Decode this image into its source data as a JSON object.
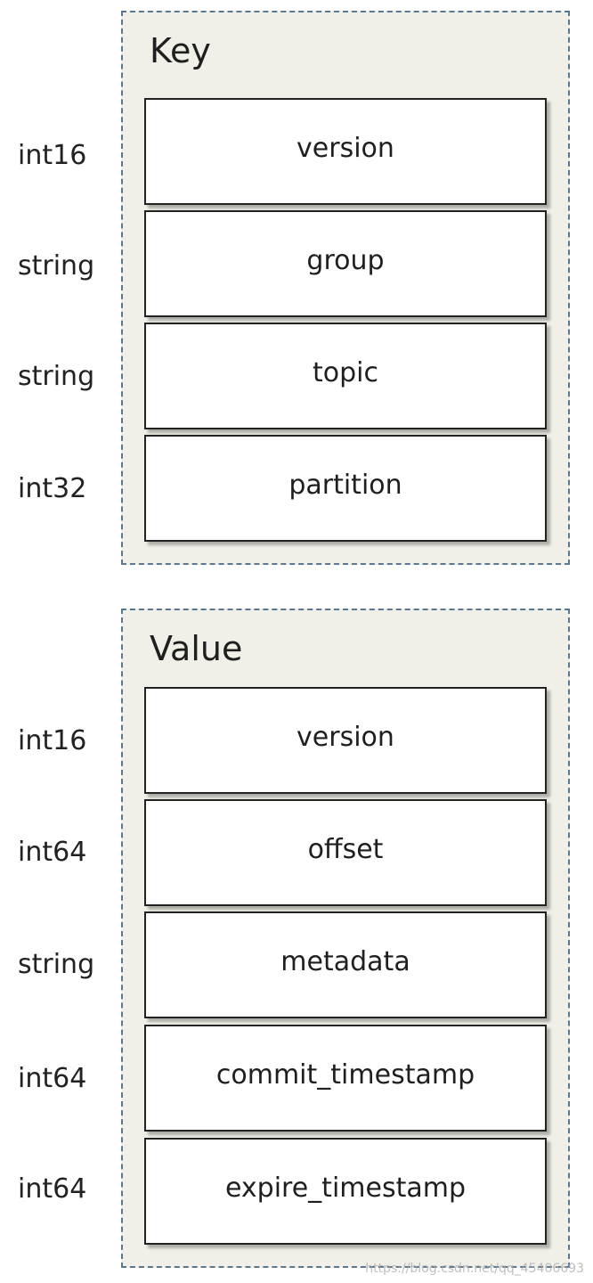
{
  "key": {
    "title": "Key",
    "fields": [
      {
        "type": "int16",
        "name": "version"
      },
      {
        "type": "string",
        "name": "group"
      },
      {
        "type": "string",
        "name": "topic"
      },
      {
        "type": "int32",
        "name": "partition"
      }
    ]
  },
  "value": {
    "title": "Value",
    "fields": [
      {
        "type": "int16",
        "name": "version"
      },
      {
        "type": "int64",
        "name": "offset"
      },
      {
        "type": "string",
        "name": "metadata"
      },
      {
        "type": "int64",
        "name": "commit_timestamp"
      },
      {
        "type": "int64",
        "name": "expire_timestamp"
      }
    ]
  },
  "watermark": "https://blog.csdn.net/qq_45406693"
}
